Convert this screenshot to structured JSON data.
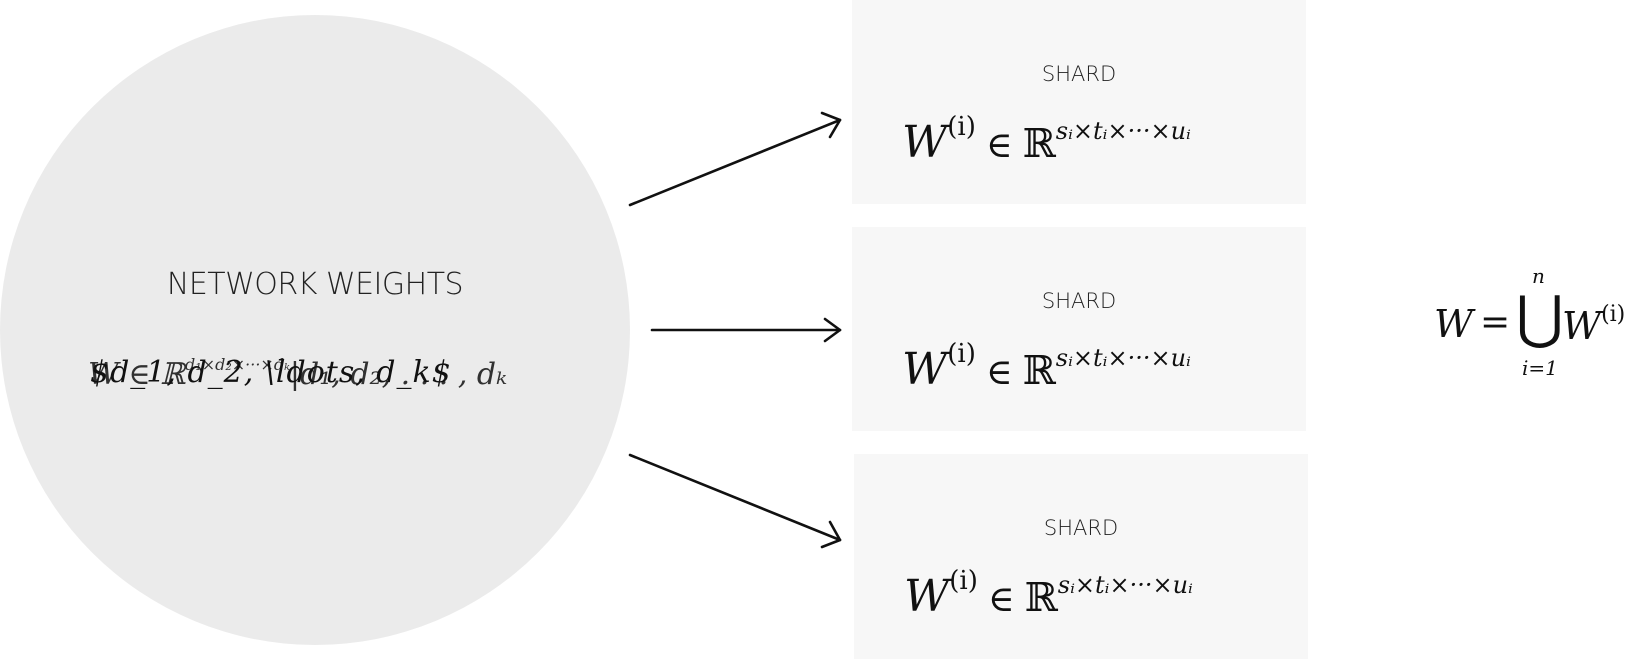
{
  "weights": {
    "title": "NETWORK WEIGHTS",
    "formula_text_1": "$d_1, d_2, \\ldots, d_k$",
    "formula_text_2_base": "W ∈ ℝ",
    "formula_text_2_exp": "d₁×d₂×···×dₖ",
    "formula_text_2_tail": "|d₁, d₂, . . . , dₖ"
  },
  "shards": [
    {
      "label": "SHARD",
      "W": "W",
      "sup": "(i)",
      "op": "∈",
      "R": "ℝ",
      "exp": "sᵢ×tᵢ×···×uᵢ"
    },
    {
      "label": "SHARD",
      "W": "W",
      "sup": "(i)",
      "op": "∈",
      "R": "ℝ",
      "exp": "sᵢ×tᵢ×···×uᵢ"
    },
    {
      "label": "SHARD",
      "W": "W",
      "sup": "(i)",
      "op": "∈",
      "R": "ℝ",
      "exp": "sᵢ×tᵢ×···×uᵢ"
    }
  ],
  "union": {
    "lhs": "W",
    "eq": "=",
    "cup": "⋃",
    "upper": "n",
    "lower": "i=1",
    "rhs": "W",
    "rhs_sup": "(i)"
  },
  "colors": {
    "circle_fill": "#ebebeb",
    "shard_fill": "#f7f7f7",
    "arrow_stroke": "#111111"
  }
}
